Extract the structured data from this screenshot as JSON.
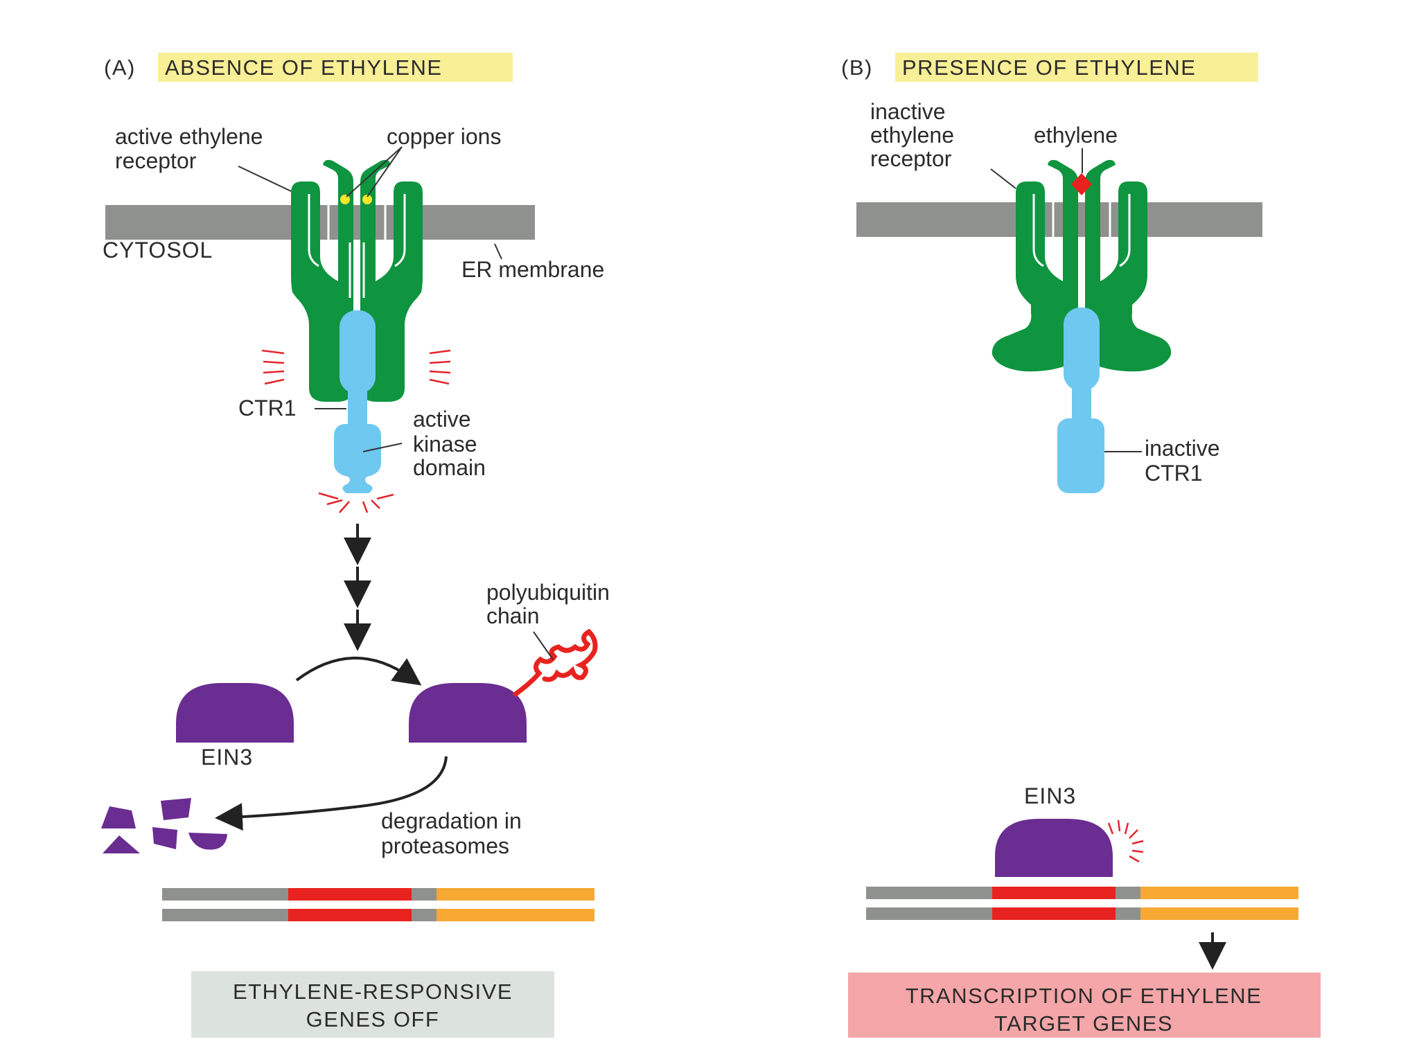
{
  "panel_a": {
    "letter": "(A)",
    "heading": "ABSENCE OF ETHYLENE",
    "receptor_label": [
      "active ethylene",
      "receptor"
    ],
    "copper_label": "copper ions",
    "cytosol_label": "CYTOSOL",
    "er_label": "ER membrane",
    "ctr1_label": "CTR1",
    "kinase_label": [
      "active",
      "kinase",
      "domain"
    ],
    "polyubiquitin_label": [
      "polyubiquitin",
      "chain"
    ],
    "ein3_label": "EIN3",
    "degradation_label": [
      "degradation in",
      "proteasomes"
    ],
    "result_label": [
      "ETHYLENE-RESPONSIVE",
      "GENES OFF"
    ]
  },
  "panel_b": {
    "letter": "(B)",
    "heading": "PRESENCE OF ETHYLENE",
    "receptor_label": [
      "inactive",
      "ethylene",
      "receptor"
    ],
    "ethylene_label": "ethylene",
    "ctr1_label": [
      "inactive",
      "CTR1"
    ],
    "ein3_label": "EIN3",
    "result_label": [
      "TRANSCRIPTION OF ETHYLENE",
      "TARGET GENES"
    ]
  },
  "colors": {
    "receptor": "#0f9440",
    "ctr1": "#6ec8f0",
    "ein3": "#6a2d91",
    "membrane": "#8f918e",
    "highlight": "#f8ef96",
    "dna_red": "#e8231f",
    "dna_orange": "#f7a934",
    "off_box": "#dce3de",
    "on_box": "#f4a6a8"
  }
}
